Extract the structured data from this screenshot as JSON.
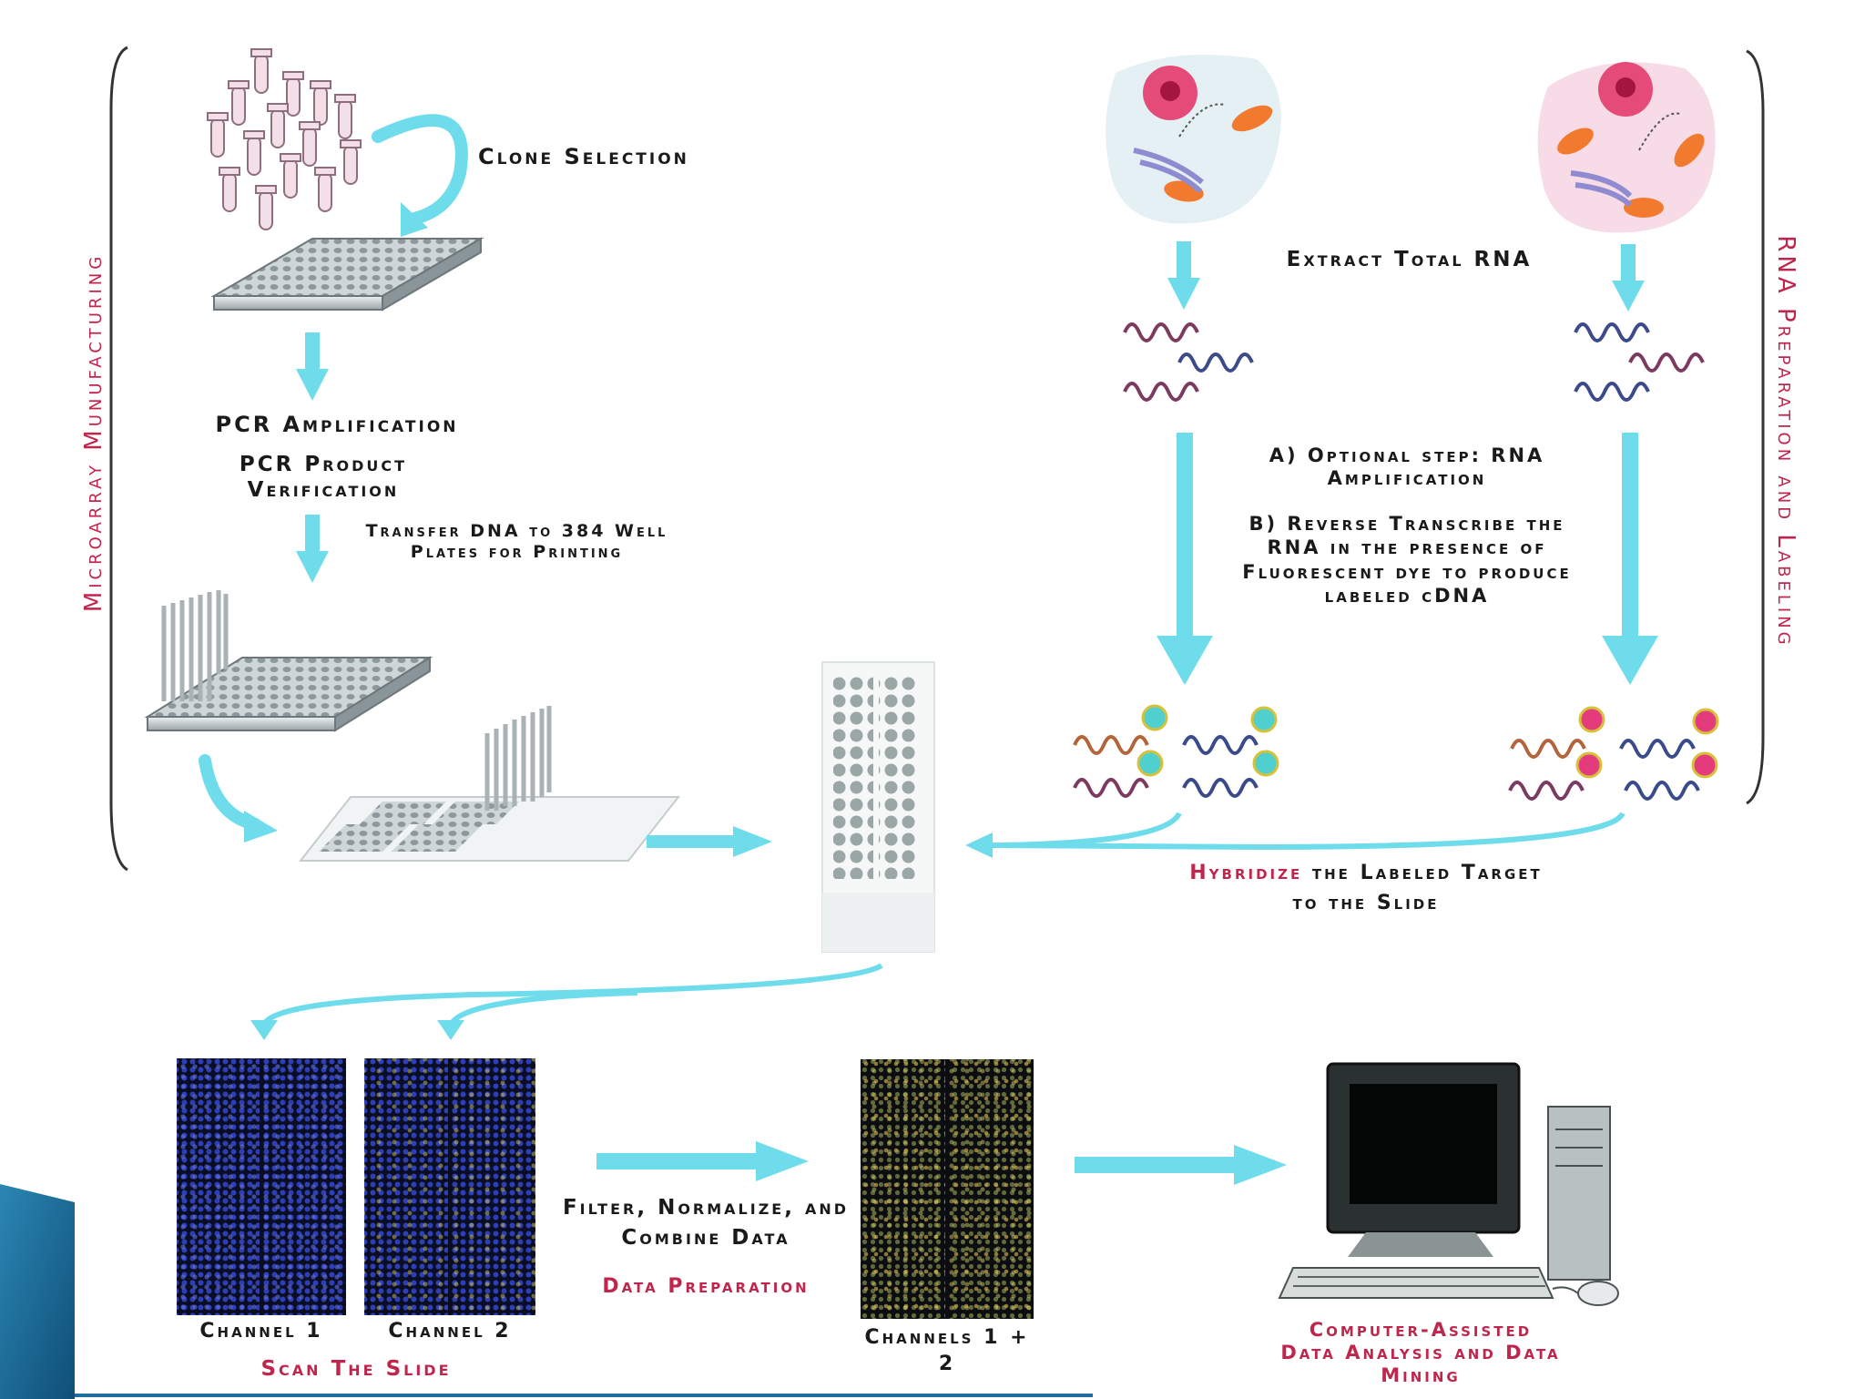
{
  "side_labels": {
    "left": "Microarray Munufacturing",
    "right": "RNA Preparation and Labeling"
  },
  "steps": {
    "clone_selection": "Clone Selection",
    "pcr_amplification": "PCR Amplification",
    "pcr_product_verification": "PCR Product Verification",
    "transfer_dna": "Transfer DNA to 384 Well Plates for Printing",
    "extract_total_rna": "Extract Total RNA",
    "optional_step": "A) Optional step: RNA Amplification",
    "reverse_transcribe": "B) Reverse Transcribe the RNA in the presence of Fluorescent dye to produce labeled cDNA",
    "hybridize_word": "Hybridize",
    "hybridize_rest": " the Labeled Target to the Slide",
    "channel_1": "Channel 1",
    "channel_2": "Channel 2",
    "scan_the_slide": "Scan The Slide",
    "filter_normalize": "Filter, Normalize, and Combine Data",
    "data_preparation": "Data Preparation",
    "channels_combined": "Channels 1 + 2",
    "computer_assisted": "Computer-Assisted Data Analysis and Data Mining"
  },
  "colors": {
    "arrow": "#6fdcec",
    "accent_red": "#c0254c",
    "text": "#1a1a1a",
    "corner_decoration": "#1f6f9a"
  }
}
